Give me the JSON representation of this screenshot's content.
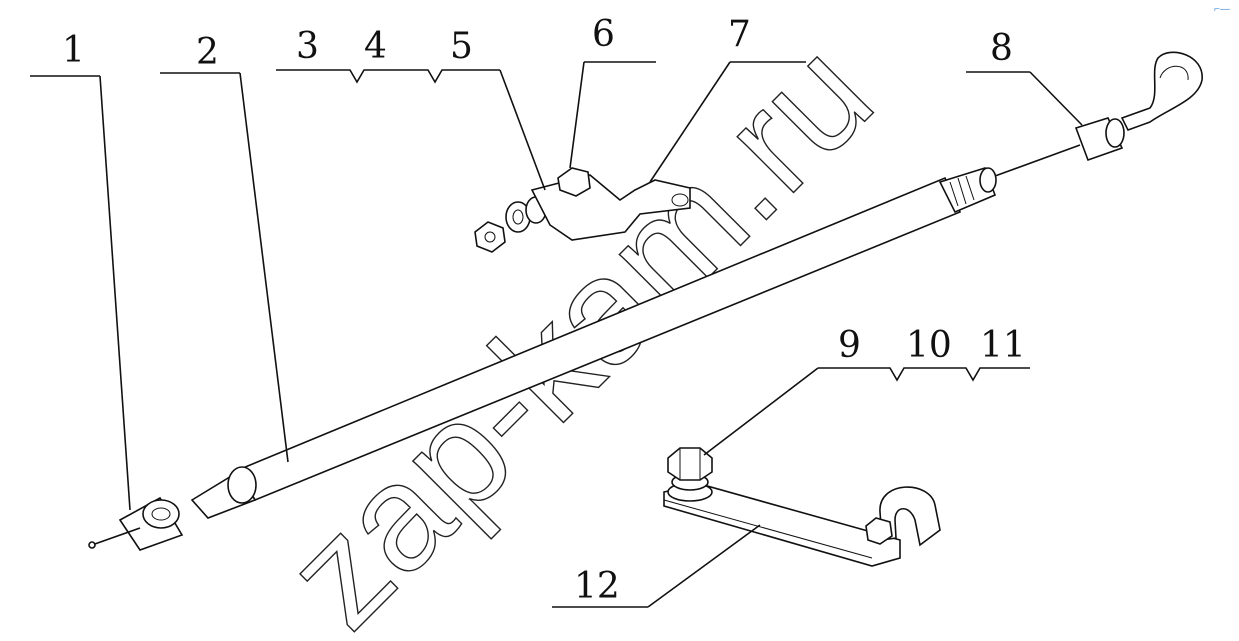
{
  "diagram": {
    "callouts": [
      "1",
      "2",
      "3",
      "4",
      "5",
      "6",
      "7",
      "8",
      "9",
      "10",
      "11",
      "12"
    ]
  },
  "watermark": "zap-kam.ru",
  "corner_mark": "⌐—"
}
